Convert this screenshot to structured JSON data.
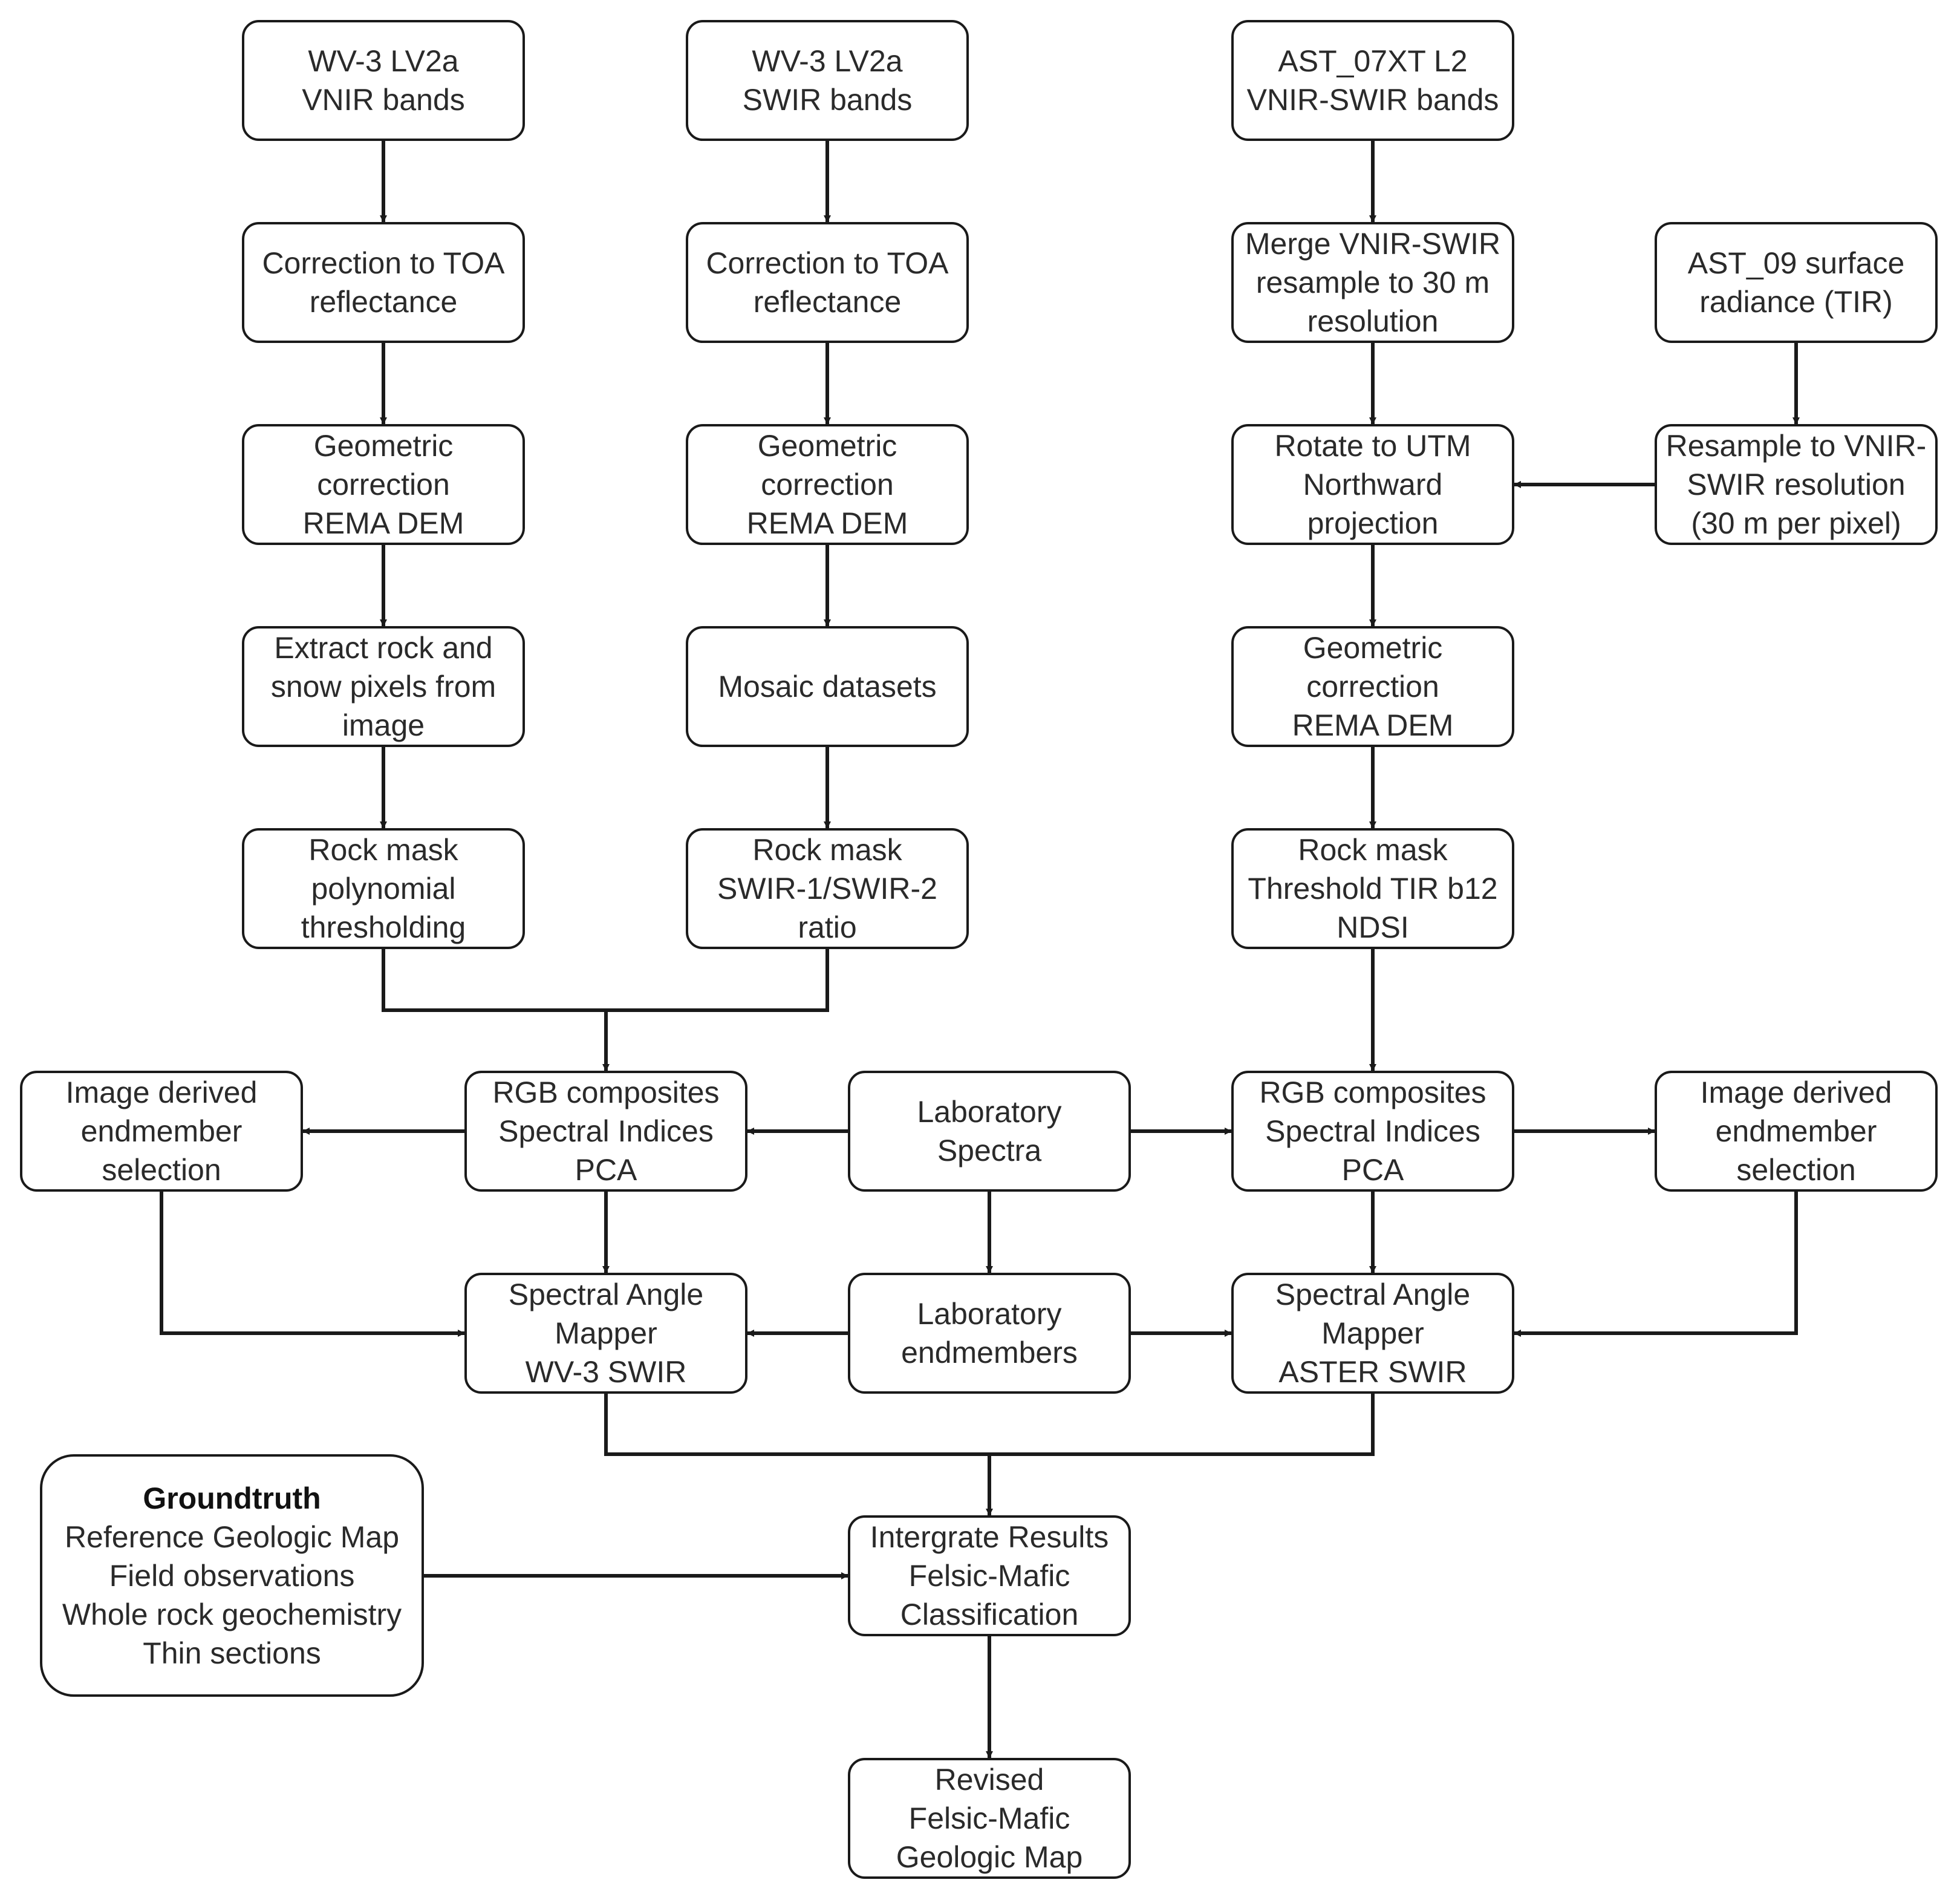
{
  "colors": {
    "stroke": "#1a1a1a",
    "text": "#2a2a2a",
    "background": "#ffffff"
  },
  "nodes": {
    "wv3_vnir": {
      "lines": [
        "WV-3 LV2a",
        "VNIR bands"
      ]
    },
    "wv3_swir": {
      "lines": [
        "WV-3 LV2a",
        "SWIR bands"
      ]
    },
    "ast07": {
      "lines": [
        "AST_07XT L2",
        "VNIR-SWIR bands"
      ]
    },
    "toa_1": {
      "lines": [
        "Correction to TOA",
        "reflectance"
      ]
    },
    "toa_2": {
      "lines": [
        "Correction to TOA",
        "reflectance"
      ]
    },
    "merge": {
      "lines": [
        "Merge VNIR-SWIR",
        "resample to 30 m",
        "resolution"
      ]
    },
    "ast09": {
      "lines": [
        "AST_09 surface",
        "radiance (TIR)"
      ]
    },
    "geo_1": {
      "lines": [
        "Geometric",
        "correction",
        "REMA DEM"
      ]
    },
    "geo_2": {
      "lines": [
        "Geometric",
        "correction",
        "REMA DEM"
      ]
    },
    "rotate": {
      "lines": [
        "Rotate to UTM",
        "Northward",
        "projection"
      ]
    },
    "resample": {
      "lines": [
        "Resample to VNIR-",
        "SWIR resolution",
        "(30 m per pixel)"
      ]
    },
    "extract": {
      "lines": [
        "Extract rock and",
        "snow pixels from",
        "image"
      ]
    },
    "mosaic": {
      "lines": [
        "Mosaic datasets"
      ]
    },
    "geo_3": {
      "lines": [
        "Geometric",
        "correction",
        "REMA DEM"
      ]
    },
    "mask_1": {
      "lines": [
        "Rock mask",
        "polynomial",
        "thresholding"
      ]
    },
    "mask_2": {
      "lines": [
        "Rock mask",
        "SWIR-1/SWIR-2",
        "ratio"
      ]
    },
    "mask_3": {
      "lines": [
        "Rock mask",
        "Threshold TIR b12",
        "NDSI"
      ]
    },
    "endm_left": {
      "lines": [
        "Image derived",
        "endmember",
        "selection"
      ]
    },
    "rgb_left": {
      "lines": [
        "RGB composites",
        "Spectral Indices",
        "PCA"
      ]
    },
    "lab_spectra": {
      "lines": [
        "Laboratory",
        "Spectra"
      ]
    },
    "rgb_right": {
      "lines": [
        "RGB composites",
        "Spectral Indices",
        "PCA"
      ]
    },
    "endm_right": {
      "lines": [
        "Image derived",
        "endmember",
        "selection"
      ]
    },
    "sam_left": {
      "lines": [
        "Spectral Angle",
        "Mapper",
        "WV-3 SWIR"
      ]
    },
    "lab_endm": {
      "lines": [
        "Laboratory",
        "endmembers"
      ]
    },
    "sam_right": {
      "lines": [
        "Spectral Angle",
        "Mapper",
        "ASTER SWIR"
      ]
    },
    "groundtruth": {
      "title": "Groundtruth",
      "lines": [
        "Reference Geologic Map",
        "Field observations",
        "Whole rock geochemistry",
        "Thin sections"
      ]
    },
    "integrate": {
      "lines": [
        "Intergrate Results",
        "Felsic-Mafic",
        "Classification"
      ]
    },
    "revised": {
      "lines": [
        "Revised",
        "Felsic-Mafic",
        "Geologic Map"
      ]
    }
  }
}
